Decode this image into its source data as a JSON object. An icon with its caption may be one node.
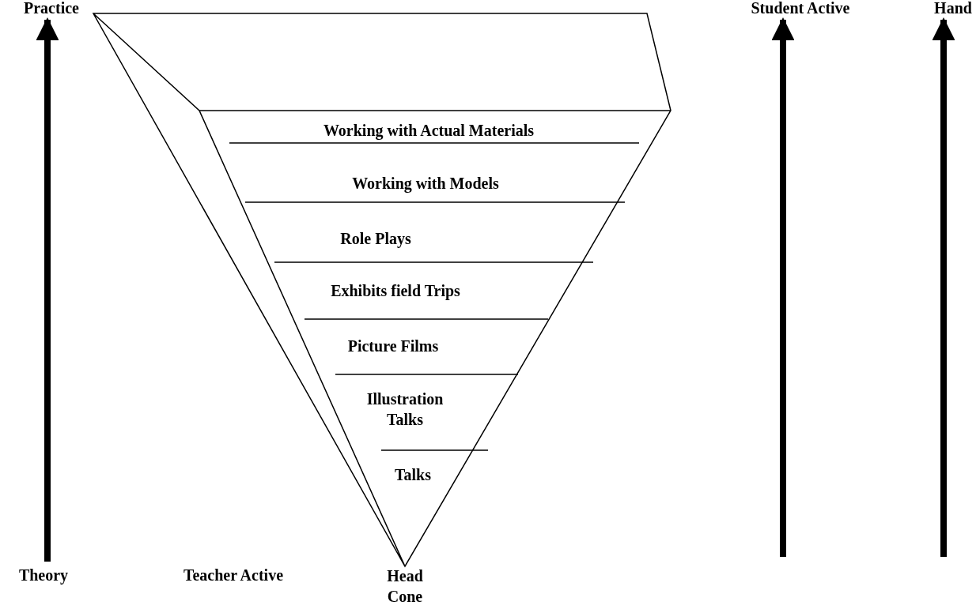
{
  "diagram": {
    "nodes": [
      {
        "text": [
          "Practice"
        ]
      },
      {
        "text": [
          "Student Active"
        ]
      },
      {
        "text": [
          "Hand"
        ]
      },
      {
        "text": [
          "Theory"
        ]
      }
    ],
    "edges": [
      {
        "from": 3,
        "to": 0,
        "arrow": "to"
      },
      {
        "from": null,
        "to": 1,
        "arrow": "to"
      },
      {
        "from": null,
        "to": 2,
        "arrow": "to"
      }
    ],
    "labels": [
      "Working with Actual Materials",
      "Working with Models",
      "Role Plays",
      "Exhibits field Trips",
      "Picture Films",
      "Illustration Talks",
      "Talks",
      "Teacher Active",
      "Head Cone"
    ]
  }
}
